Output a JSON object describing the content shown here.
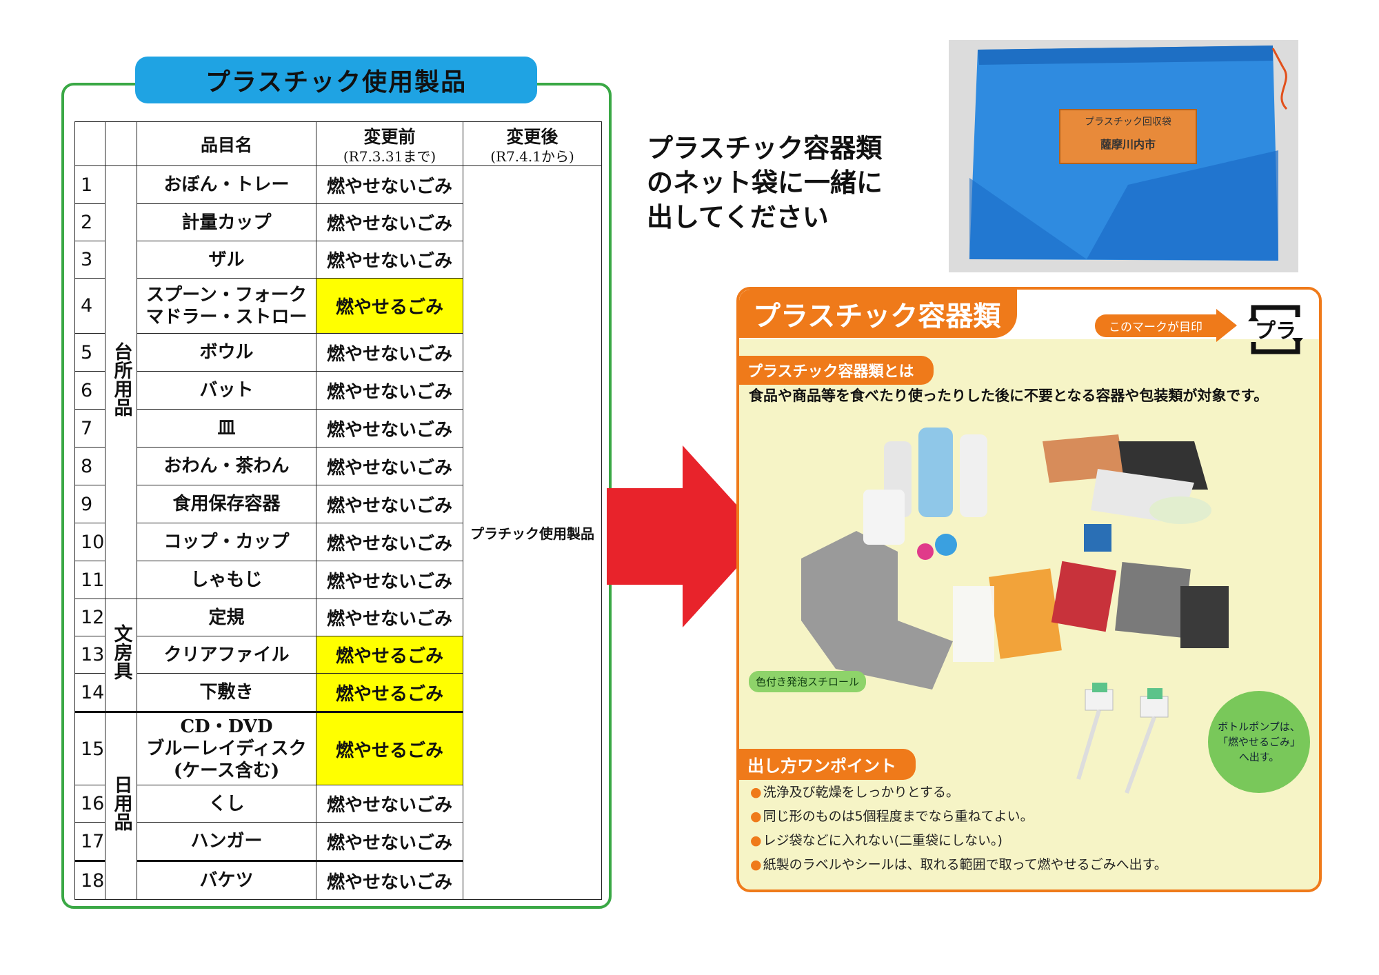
{
  "left": {
    "title": "プラスチック使用製品",
    "headers": {
      "item": "品目名",
      "before": "変更前",
      "before_sub": "(R7.3.31まで)",
      "after": "変更後",
      "after_sub": "(R7.4.1から)"
    },
    "categories": [
      "台所用品",
      "文房具",
      "日用品"
    ],
    "after_value": "プラチック使用製品",
    "rows": [
      {
        "no": "1",
        "item": "おぼん・トレー",
        "before": "燃やせないごみ",
        "changed": false
      },
      {
        "no": "2",
        "item": "計量カップ",
        "before": "燃やせないごみ",
        "changed": false
      },
      {
        "no": "3",
        "item": "ザル",
        "before": "燃やせないごみ",
        "changed": false
      },
      {
        "no": "4",
        "item": "スプーン・フォーク",
        "item2": "マドラー・ストロー",
        "before": "燃やせるごみ",
        "changed": true
      },
      {
        "no": "5",
        "item": "ボウル",
        "before": "燃やせないごみ",
        "changed": false
      },
      {
        "no": "6",
        "item": "バット",
        "before": "燃やせないごみ",
        "changed": false
      },
      {
        "no": "7",
        "item": "皿",
        "before": "燃やせないごみ",
        "changed": false
      },
      {
        "no": "8",
        "item": "おわん・茶わん",
        "before": "燃やせないごみ",
        "changed": false
      },
      {
        "no": "9",
        "item": "食用保存容器",
        "before": "燃やせないごみ",
        "changed": false
      },
      {
        "no": "10",
        "item": "コップ・カップ",
        "before": "燃やせないごみ",
        "changed": false
      },
      {
        "no": "11",
        "item": "しゃもじ",
        "before": "燃やせないごみ",
        "changed": false
      },
      {
        "no": "12",
        "item": "定規",
        "before": "燃やせないごみ",
        "changed": false
      },
      {
        "no": "13",
        "item": "クリアファイル",
        "before": "燃やせるごみ",
        "changed": true
      },
      {
        "no": "14",
        "item": "下敷き",
        "before": "燃やせるごみ",
        "changed": true
      },
      {
        "no": "15",
        "item": "CD・DVD",
        "item2": "ブルーレイディスク",
        "item3": "(ケース含む)",
        "before": "燃やせるごみ",
        "changed": true
      },
      {
        "no": "16",
        "item": "くし",
        "before": "燃やせないごみ",
        "changed": false
      },
      {
        "no": "17",
        "item": "ハンガー",
        "before": "燃やせないごみ",
        "changed": false
      },
      {
        "no": "18",
        "item": "バケツ",
        "before": "燃やせないごみ",
        "changed": false
      }
    ]
  },
  "instruction": {
    "line1": "プラスチック容器類",
    "line2": "のネット袋に一緒に",
    "line3": "出してください"
  },
  "bag": {
    "tag_line1": "プラスチック回収袋",
    "tag_line2": "薩摩川内市"
  },
  "panel": {
    "title": "プラスチック容器類",
    "mark_guide": "このマークが目印",
    "mark_label": "プラ",
    "what_label": "プラスチック容器類とは",
    "description": "食品や商品等を食べたり使ったりした後に不要となる容器や包装類が対象です。",
    "foam_label": "色付き発泡スチロール",
    "pump_line1": "ボトルポンプは、",
    "pump_line2": "「燃やせるごみ」",
    "pump_line3": "へ出す。",
    "tips_label": "出し方ワンポイント",
    "tips": [
      "洗浄及び乾燥をしっかりとする。",
      "同じ形のものは5個程度までなら重ねてよい。",
      "レジ袋などに入れない(二重袋にしない。)",
      "紙製のラベルやシールは、取れる範囲で取って燃やせるごみへ出す。"
    ]
  },
  "colors": {
    "frame_green": "#3aa845",
    "title_blue": "#1fa3e3",
    "highlight_yellow": "#ffff00",
    "arrow_red": "#e8232b",
    "panel_orange": "#ef7a1a",
    "panel_bg": "#f6f4c6",
    "bag_blue": "#2f8be0"
  }
}
